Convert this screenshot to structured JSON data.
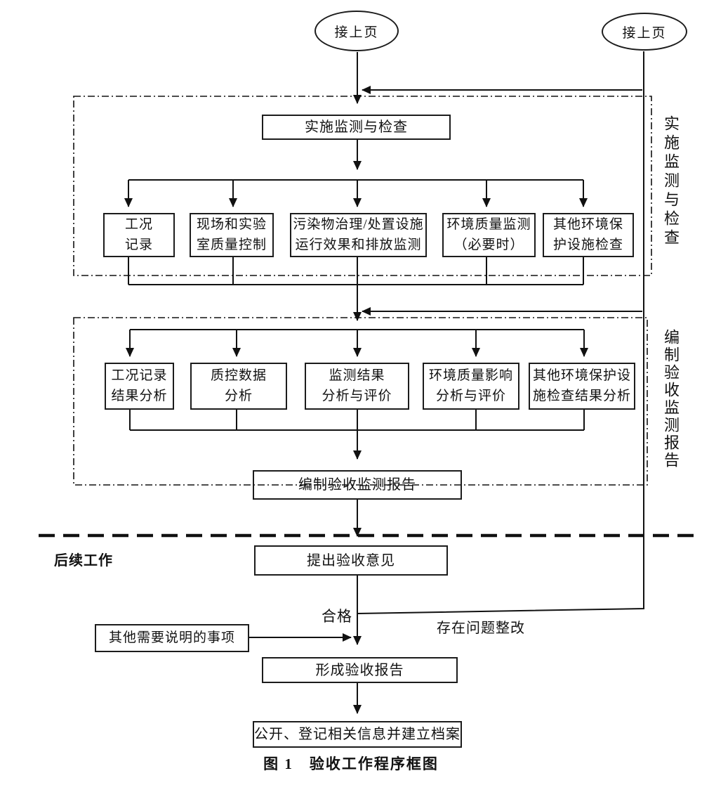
{
  "diagram": {
    "caption": "图 1　验收工作程序框图",
    "connectors": {
      "top_left": "接上页",
      "top_right": "接上页"
    },
    "side_labels": {
      "stage1": "实施监测与检查",
      "stage2": "编制验收监测报告"
    },
    "nodes": {
      "implement": "实施监测与检查",
      "compile_report": "编制验收监测报告",
      "propose_opinion": "提出验收意见",
      "other_items": "其他需要说明的事项",
      "form_report": "形成验收报告",
      "archive": "公开、登记相关信息并建立档案"
    },
    "row1": [
      {
        "lines": [
          "工况",
          "记录"
        ]
      },
      {
        "lines": [
          "现场和实验",
          "室质量控制"
        ]
      },
      {
        "lines": [
          "污染物治理/处置设施",
          "运行效果和排放监测"
        ]
      },
      {
        "lines": [
          "环境质量监测",
          "（必要时）"
        ]
      },
      {
        "lines": [
          "其他环境保",
          "护设施检查"
        ]
      }
    ],
    "row2": [
      {
        "lines": [
          "工况记录",
          "结果分析"
        ]
      },
      {
        "lines": [
          "质控数据",
          "分析"
        ]
      },
      {
        "lines": [
          "监测结果",
          "分析与评价"
        ]
      },
      {
        "lines": [
          "环境质量影响",
          "分析与评价"
        ]
      },
      {
        "lines": [
          "其他环境保护设",
          "施检查结果分析"
        ]
      }
    ],
    "edge_labels": {
      "pass": "合格",
      "rework": "存在问题整改",
      "followup": "后续工作"
    },
    "line_color": "#111111"
  }
}
